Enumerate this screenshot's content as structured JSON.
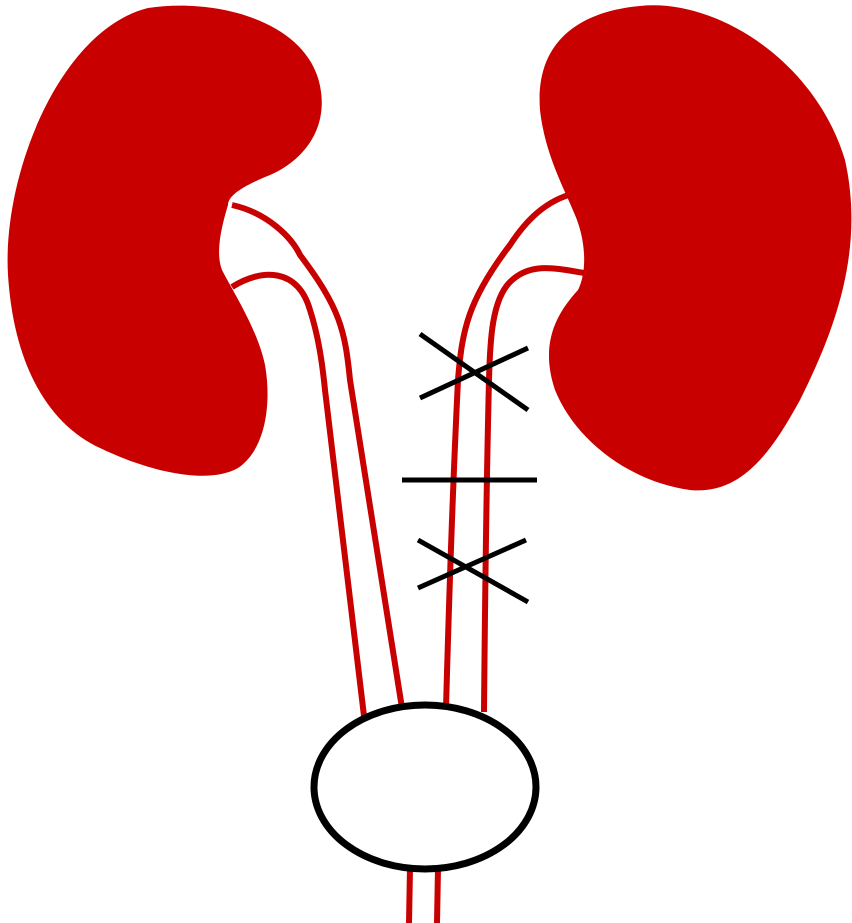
{
  "diagram": {
    "subject": "urinary-tract",
    "colors": {
      "background": "#ffffff",
      "kidney_fill": "#c80000",
      "ureter_stroke": "#c80000",
      "marks_stroke": "#000000",
      "bladder_stroke": "#000000",
      "bladder_fill": "#ffffff"
    },
    "parts": {
      "left_kidney": "kidney",
      "right_kidney": "kidney",
      "left_ureter": "ureter",
      "right_ureter": "ureter",
      "bladder": "bladder",
      "urethra": "urethra"
    },
    "marks": [
      {
        "kind": "cross",
        "target": "right_ureter"
      },
      {
        "kind": "bar",
        "target": "right_ureter"
      },
      {
        "kind": "cross",
        "target": "right_ureter"
      }
    ]
  }
}
